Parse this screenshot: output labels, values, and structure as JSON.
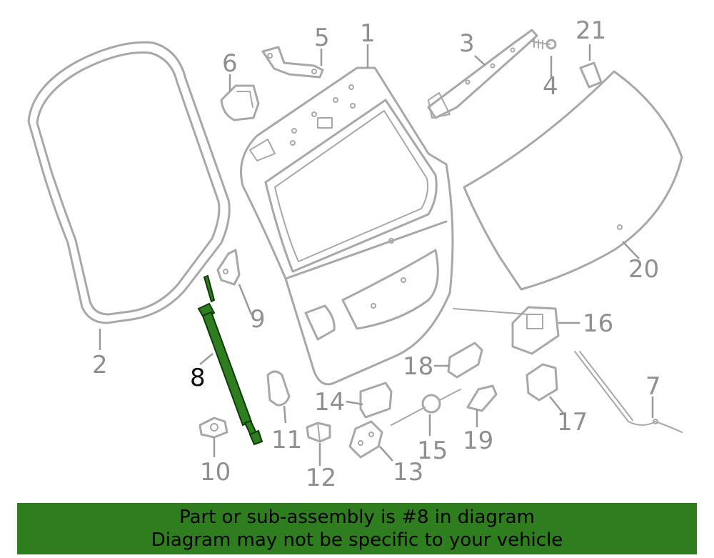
{
  "diagram": {
    "callouts": {
      "c1": "1",
      "c2": "2",
      "c3": "3",
      "c4": "4",
      "c5": "5",
      "c6": "6",
      "c7": "7",
      "c8": "8",
      "c9": "9",
      "c10": "10",
      "c11": "11",
      "c12": "12",
      "c13": "13",
      "c14": "14",
      "c15": "15",
      "c16": "16",
      "c17": "17",
      "c18": "18",
      "c19": "19",
      "c20": "20",
      "c21": "21"
    },
    "highlighted_part": "8",
    "highlight_color": "#2e7d1e",
    "line_color": "#a8a8a8"
  },
  "banner": {
    "line1": "Part or sub-assembly is #8 in diagram",
    "line2": "Diagram may not be specific to your vehicle",
    "background": "#2e7d1e"
  }
}
